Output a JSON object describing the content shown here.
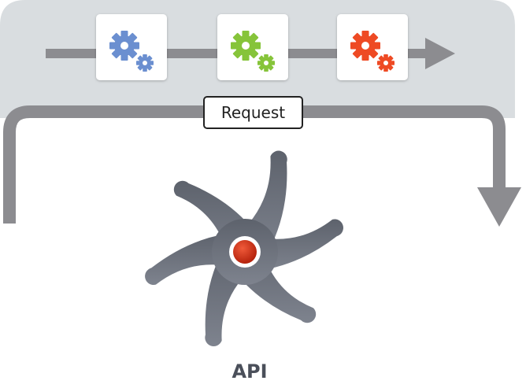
{
  "labels": {
    "request": "Request",
    "api": "API"
  },
  "middleware": [
    {
      "name": "middleware-1",
      "icon": "gears-icon",
      "color": "#6b8fd0",
      "color_dark": "#5a7cc0"
    },
    {
      "name": "middleware-2",
      "icon": "gears-icon",
      "color": "#86c43a",
      "color_dark": "#72ad2c"
    },
    {
      "name": "middleware-3",
      "icon": "gears-icon",
      "color": "#ee4a24",
      "color_dark": "#d83a18"
    }
  ],
  "colors": {
    "pipeline_band": "#d9dde0",
    "arrow": "#8c8c90",
    "api_body": "#6a6f7a",
    "api_center": "#cc2a12"
  }
}
